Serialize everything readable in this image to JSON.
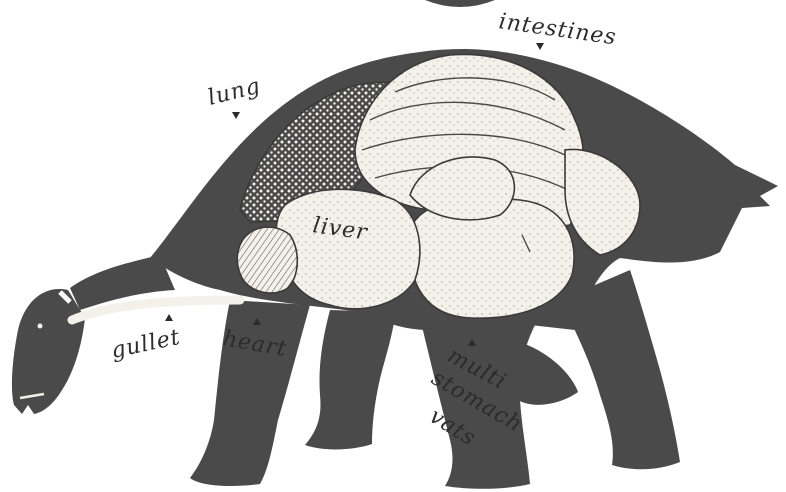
{
  "diagram": {
    "subject": "",
    "labels": {
      "intestines": "intestines",
      "lung": "lung",
      "liver": "liver",
      "gullet": "gullet",
      "heart": "heart",
      "stomach_1": "multi",
      "stomach_2": "stomach",
      "stomach_3": "vats"
    }
  },
  "colors": {
    "body_silhouette": "#4a4a4a",
    "organ_fill": "#f4f1ea",
    "text": "#2b2b2b",
    "background": "#ffffff"
  },
  "icons": {
    "arrow": "triangle-pointer"
  }
}
